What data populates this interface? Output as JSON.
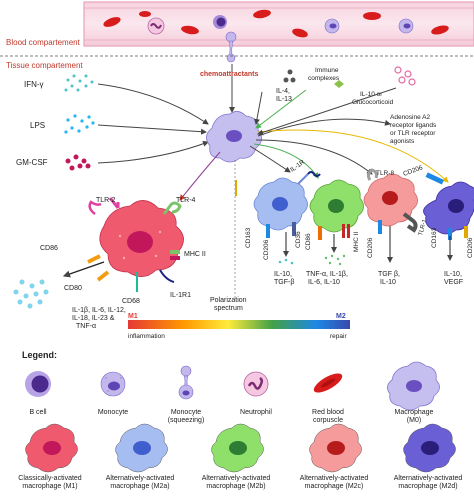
{
  "compartments": {
    "blood": "Blood compartement",
    "tissue": "Tissue compartement"
  },
  "stimuli": [
    "IFN-γ",
    "LPS",
    "GM-CSF"
  ],
  "signals": {
    "chemoattractants": "chemoattractants",
    "il4_il13": [
      "IL-4,",
      "IL-13"
    ],
    "immune_complexes": [
      "Immune",
      "complexes"
    ],
    "il10_gluco": [
      "IL-10 or",
      "Glucocorticoid"
    ],
    "adenosine": [
      "Adenosine A2",
      "receptor ligands",
      "or TLR receptor",
      "agonists"
    ]
  },
  "m1": {
    "receptors": [
      "TLR-2",
      "TLR-4",
      "CD86",
      "CD80",
      "CD68",
      "MHC II",
      "IL-1R1"
    ],
    "cytokines": [
      "IL-1β, IL-6, IL-12,",
      "IL-18, IL-23 &",
      "TNF-α"
    ]
  },
  "m2a": {
    "receptors": [
      "IL-1R",
      "CD163",
      "CD206",
      "CD36"
    ],
    "cytokines": [
      "IL-10,",
      "TGF-β"
    ]
  },
  "m2b": {
    "receptors": [
      "CD86",
      "MHC II"
    ],
    "cytokines": [
      "TNF-α, IL-1β,",
      "IL-6, IL-10"
    ]
  },
  "m2c": {
    "receptors": [
      "TLR-8",
      "CD206",
      "TLR-1"
    ],
    "cytokines": [
      "TGF β,",
      "IL-10"
    ]
  },
  "m2d": {
    "receptors": [
      "CD206",
      "CD163",
      "CD206"
    ],
    "cytokines": [
      "IL-10,",
      "VEGF"
    ]
  },
  "spectrum": {
    "title": [
      "Polarization",
      "spectrum"
    ],
    "left_label": "M1",
    "right_label": "M2",
    "left_caption": "inflammation",
    "right_caption": "repair",
    "colors": [
      "#e53935",
      "#ff9800",
      "#ffeb3b",
      "#43a047",
      "#1e88e5",
      "#3949ab"
    ]
  },
  "legend": {
    "title": "Legend:",
    "row1": [
      {
        "label": "B cell",
        "icon": "b-cell-icon"
      },
      {
        "label": "Monocyte",
        "icon": "monocyte-icon"
      },
      {
        "label": "Monocyte\n(squeezing)",
        "icon": "squeezing-monocyte-icon"
      },
      {
        "label": "Neutrophil",
        "icon": "neutrophil-icon"
      },
      {
        "label": "Red blood\ncorpuscle",
        "icon": "red-blood-cell-icon"
      },
      {
        "label": "Macrophage\n(M0)",
        "icon": "macrophage-m0-icon"
      }
    ],
    "row2": [
      {
        "label": "Classically-activated\nmacrophage (M1)",
        "icon": "m1-macrophage-icon",
        "color": "#ef5a6f"
      },
      {
        "label": "Alternatively-activated\nmacrophage (M2a)",
        "icon": "m2a-macrophage-icon",
        "color": "#a6bdf2"
      },
      {
        "label": "Alternatively-activated\nmacrophage (M2b)",
        "icon": "m2b-macrophage-icon",
        "color": "#8fe06a"
      },
      {
        "label": "Alternatively-activated\nmacrophage (M2c)",
        "icon": "m2c-macrophage-icon",
        "color": "#f59b9b"
      },
      {
        "label": "Alternatively-activated\nmacrophage (M2d)",
        "icon": "m2d-macrophage-icon",
        "color": "#6b5fd6"
      }
    ]
  }
}
